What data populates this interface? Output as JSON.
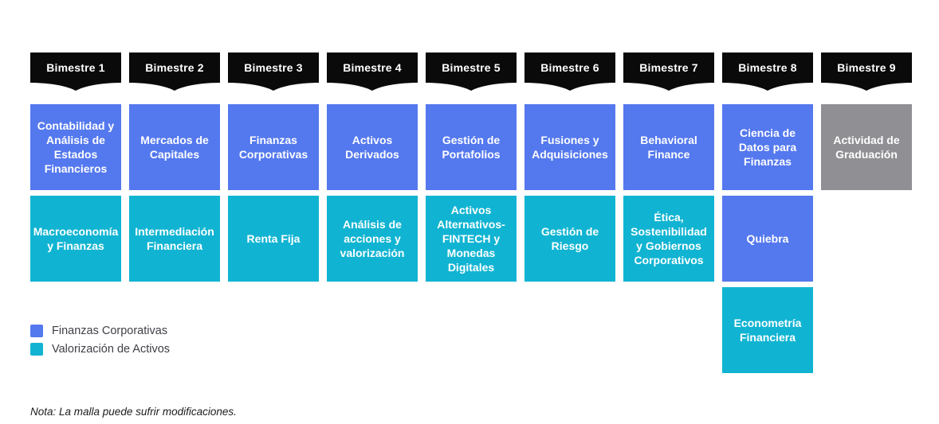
{
  "colors": {
    "banner_background": "#0a0a0a",
    "finanzas_corporativas": "#5478ee",
    "valorizacion_de_activos": "#10b4d2",
    "graduacion": "#8f8f94",
    "card_text": "#ffffff"
  },
  "columns": [
    {
      "header": "Bimestre 1",
      "cards": [
        {
          "label": "Contabilidad y Análisis de Estados Financieros",
          "category": "Finanzas Corporativas"
        },
        {
          "label": "Macroeconomía y Finanzas",
          "category": "Valorización de Activos"
        }
      ]
    },
    {
      "header": "Bimestre 2",
      "cards": [
        {
          "label": "Mercados de Capitales",
          "category": "Finanzas Corporativas"
        },
        {
          "label": "Intermediación Financiera",
          "category": "Valorización de Activos"
        }
      ]
    },
    {
      "header": "Bimestre 3",
      "cards": [
        {
          "label": "Finanzas Corporativas",
          "category": "Finanzas Corporativas"
        },
        {
          "label": "Renta Fija",
          "category": "Valorización de Activos"
        }
      ]
    },
    {
      "header": "Bimestre 4",
      "cards": [
        {
          "label": "Activos Derivados",
          "category": "Finanzas Corporativas"
        },
        {
          "label": "Análisis de acciones y valorización",
          "category": "Valorización de Activos"
        }
      ]
    },
    {
      "header": "Bimestre 5",
      "cards": [
        {
          "label": "Gestión de Portafolios",
          "category": "Finanzas Corporativas"
        },
        {
          "label": "Activos Alternativos- FINTECH y Monedas Digitales",
          "category": "Valorización de Activos"
        }
      ]
    },
    {
      "header": "Bimestre 6",
      "cards": [
        {
          "label": "Fusiones y Adquisiciones",
          "category": "Finanzas Corporativas"
        },
        {
          "label": "Gestión de Riesgo",
          "category": "Valorización de Activos"
        }
      ]
    },
    {
      "header": "Bimestre 7",
      "cards": [
        {
          "label": "Behavioral Finance",
          "category": "Finanzas Corporativas"
        },
        {
          "label": "Ética, Sostenibilidad y Gobiernos Corporativos",
          "category": "Valorización de Activos"
        }
      ]
    },
    {
      "header": "Bimestre 8",
      "cards": [
        {
          "label": "Ciencia de Datos para Finanzas",
          "category": "Finanzas Corporativas"
        },
        {
          "label": "Quiebra",
          "category": "Finanzas Corporativas"
        },
        {
          "label": "Econometría Financiera",
          "category": "Valorización de Activos"
        }
      ]
    },
    {
      "header": "Bimestre 9",
      "cards": [
        {
          "label": "Actividad de Graduación"
        }
      ]
    }
  ],
  "legend": {
    "items": [
      {
        "label": "Finanzas Corporativas",
        "color": "#5478ee"
      },
      {
        "label": "Valorización de Activos",
        "color": "#10b4d2"
      }
    ]
  },
  "note": "Nota: La malla puede sufrir modificaciones."
}
